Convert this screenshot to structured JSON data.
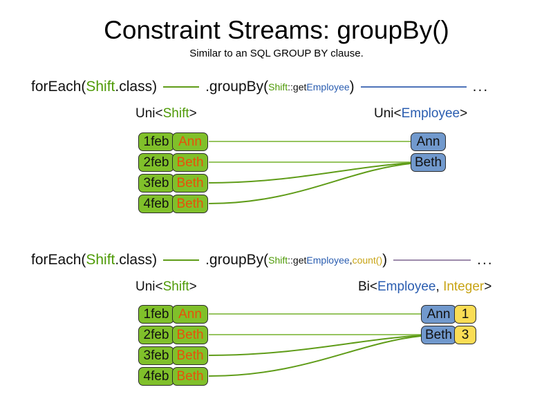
{
  "slide": {
    "title": "Constraint Streams: groupBy()",
    "subtitle": "Similar to an SQL GROUP BY clause."
  },
  "colors": {
    "shift_green": "#80c02a",
    "employee_blue": "#7199cd",
    "count_yellow": "#fadd55",
    "person_text": "#e8500a",
    "token_green": "#4e9a06",
    "token_blue": "#2a5db0",
    "token_gold": "#c8a415",
    "wire_green": "#5f9c18",
    "wire_purple": "#9c8aab",
    "box_border": "#2b2b2b"
  },
  "examples": [
    {
      "id": "groupby-single",
      "code": {
        "for_each_prefix": "forEach(",
        "for_each_type": "Shift",
        "for_each_suffix": ".class)",
        "group_by_open": ".groupBy(",
        "arg_type": "Shift",
        "arg_sep": "::get",
        "arg_member": "Employee",
        "group_by_close": ")",
        "ellipsis": "..."
      },
      "left_label": {
        "outer": "Uni<",
        "generic": "Shift",
        "close": ">"
      },
      "right_label": {
        "outer": "Uni<",
        "generic": "Employee",
        "close": ">"
      },
      "shifts": [
        {
          "date": "1feb",
          "person": "Ann"
        },
        {
          "date": "2feb",
          "person": "Beth"
        },
        {
          "date": "3feb",
          "person": "Beth"
        },
        {
          "date": "4feb",
          "person": "Beth"
        }
      ],
      "groups": [
        {
          "employee": "Ann"
        },
        {
          "employee": "Beth"
        }
      ]
    },
    {
      "id": "groupby-count",
      "code": {
        "for_each_prefix": "forEach(",
        "for_each_type": "Shift",
        "for_each_suffix": ".class)",
        "group_by_open": ".groupBy(",
        "arg_type": "Shift",
        "arg_sep": "::get",
        "arg_member": "Employee",
        "arg_comma": ", ",
        "arg_collector": "count()",
        "group_by_close": ")",
        "ellipsis": "..."
      },
      "left_label": {
        "outer": "Uni<",
        "generic": "Shift",
        "close": ">"
      },
      "right_label": {
        "outer": "Bi<",
        "generic": "Employee",
        "comma": ", ",
        "generic2": "Integer",
        "close": ">"
      },
      "shifts": [
        {
          "date": "1feb",
          "person": "Ann"
        },
        {
          "date": "2feb",
          "person": "Beth"
        },
        {
          "date": "3feb",
          "person": "Beth"
        },
        {
          "date": "4feb",
          "person": "Beth"
        }
      ],
      "groups": [
        {
          "employee": "Ann",
          "count": "1"
        },
        {
          "employee": "Beth",
          "count": "3"
        }
      ]
    }
  ]
}
